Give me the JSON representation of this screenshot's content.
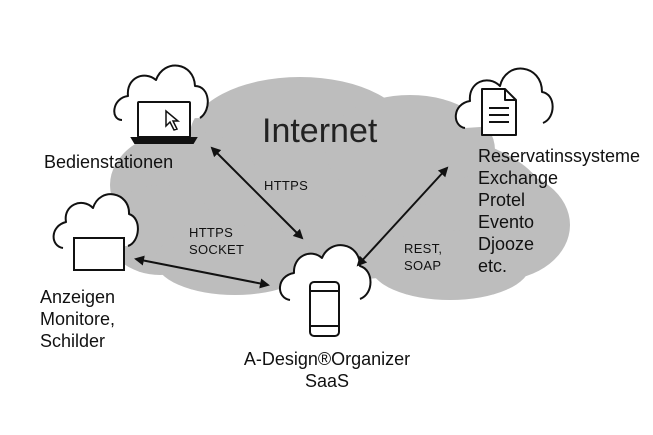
{
  "title": "Internet",
  "nodes": {
    "stations": {
      "label": "Bedienstationen",
      "icon": "laptop-icon"
    },
    "displays": {
      "lines": [
        "Anzeigen",
        "Monitore,",
        "Schilder"
      ],
      "icon": "monitor-icon"
    },
    "systems": {
      "lines": [
        "Reservatinssysteme",
        "Exchange",
        "Protel",
        "Evento",
        "Djooze",
        "etc."
      ],
      "icon": "document-icon"
    },
    "saas": {
      "lines": [
        "A-Design®Organizer",
        "SaaS"
      ],
      "icon": "smartphone-icon"
    }
  },
  "connections": {
    "stations_saas": "HTTPS",
    "displays_saas": [
      "HTTPS",
      "SOCKET"
    ],
    "systems_saas": [
      "REST,",
      "SOAP"
    ]
  },
  "colors": {
    "cloud": "#bdbdbd",
    "stroke": "#111111"
  }
}
